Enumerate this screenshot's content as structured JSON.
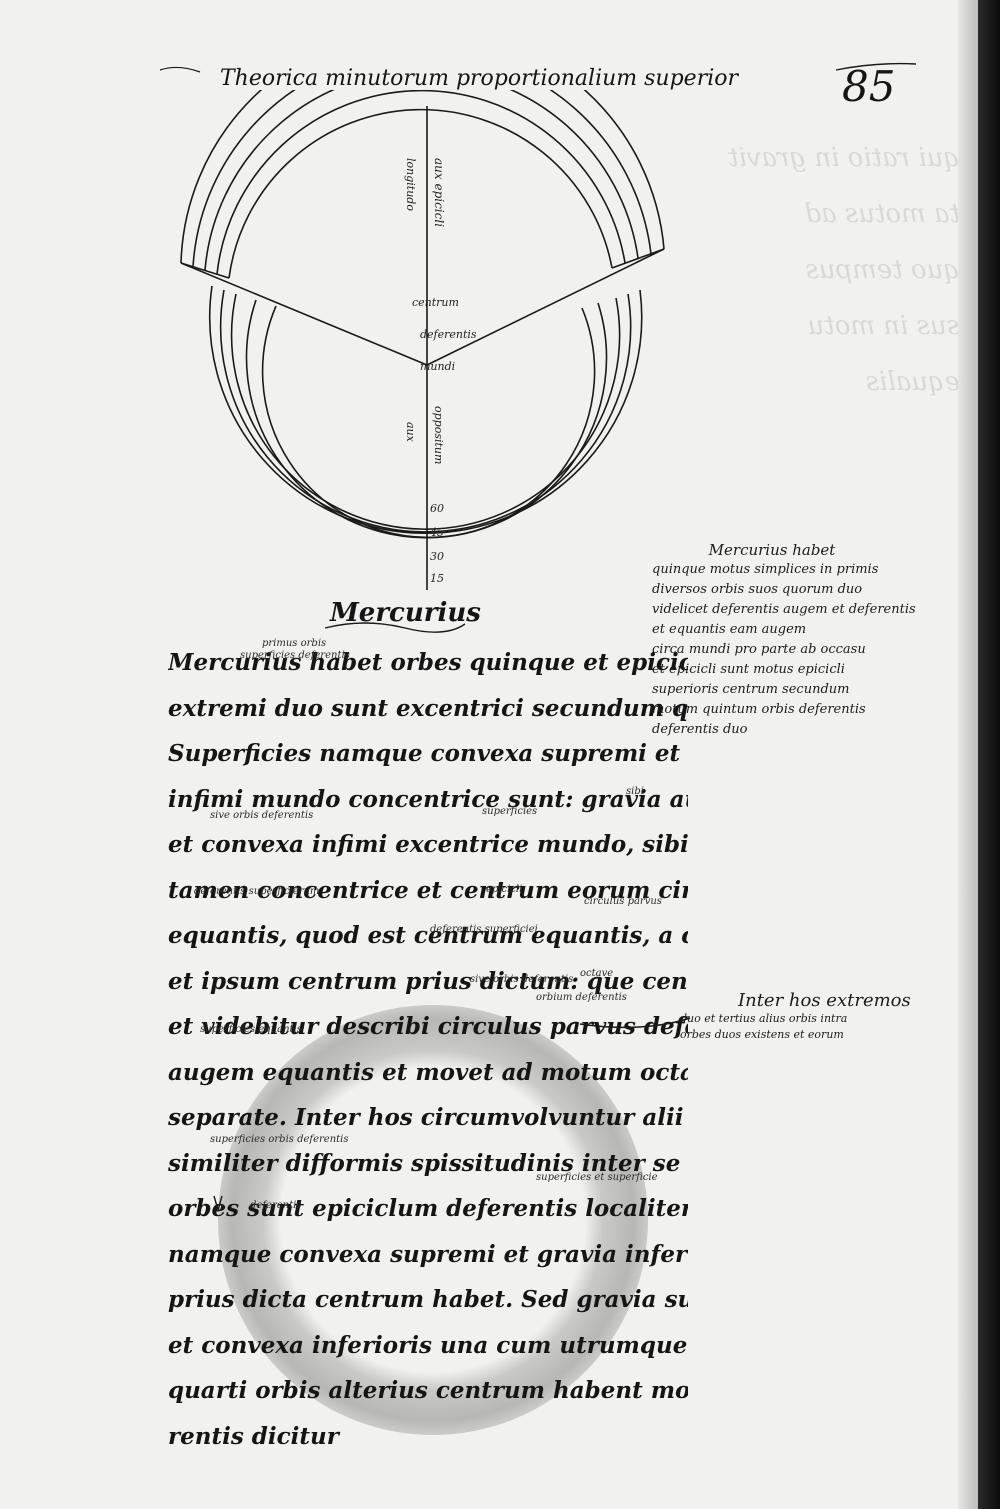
{
  "header": {
    "folio": "85",
    "running_title": "Theorica minutorum proportionalium superior"
  },
  "diagram": {
    "labels": {
      "upper_right": "aux epicicli",
      "upper_left": "longitudo",
      "center_top": "centrum",
      "center_mid": "deferentis",
      "center_low": "mundi",
      "lower_right": "oppositum",
      "lower_left": "aux",
      "scale": [
        "60",
        "45",
        "30",
        "15"
      ]
    }
  },
  "section_heading": "Mercurius",
  "main_text": {
    "lines": [
      "Mercurius habet orbes quinque et epiciclum: quorum",
      "extremi duo sunt excentrici secundum quid",
      "Superficies namque convexa supremi et gravia",
      "infimi mundo concentrice sunt: gravia autem supremi",
      "et convexa infimi excentrice mundo, sibi ipsis",
      "tamen concentrice et centrum eorum circa centrum",
      "equantis, quod est centrum equantis, a centro mundi distat",
      "et ipsum centrum prius dictum: que centrum deferentis",
      "et videbitur describi circulus parvus deferentis",
      "augem equantis et movet ad motum octave spere",
      "separate. Inter hos circumvolvuntur alii duo",
      "similiter difformis spissitudinis inter se quorum",
      "orbes sunt epiciclum deferentis localiter Superficies",
      "namque convexa supremi et gravia inferioris duo",
      "prius dicta centrum habet. Sed gravia superioris",
      "et convexa inferioris una cum utrumque superficiebus",
      "quarti orbis alterius centrum habent mobilis: centrum defe-",
      "rentis dicitur"
    ],
    "glosses": [
      "primus orbis",
      "superficies deferentis",
      "sive orbis deferentis",
      "superficies",
      "sibi",
      "deferentis superficierum",
      "epicicli",
      "circulus parvus",
      "deferentis superficiei",
      "sive orbis deferentis",
      "octave",
      "orbium deferentis",
      "superficies equantis",
      "superficies orbis deferentis",
      "deferentis",
      "superficies et superficie"
    ]
  },
  "margin_notes": [
    {
      "title": "Mercurius habet",
      "lines": [
        "quinque motus simplices in primis",
        "diversos orbis suos quorum duo",
        "videlicet deferentis augem et deferentis",
        "et equantis eam augem",
        "circa mundi pro parte ab occasu",
        "et epicicli sunt motus epicicli",
        "superioris centrum secundum",
        "motum quintum orbis deferentis",
        "deferentis duo"
      ]
    },
    {
      "title": "Inter hos extremos",
      "lines": [
        "duo et tertius alius orbis intra",
        "orbes duos existens et eorum"
      ]
    }
  ]
}
